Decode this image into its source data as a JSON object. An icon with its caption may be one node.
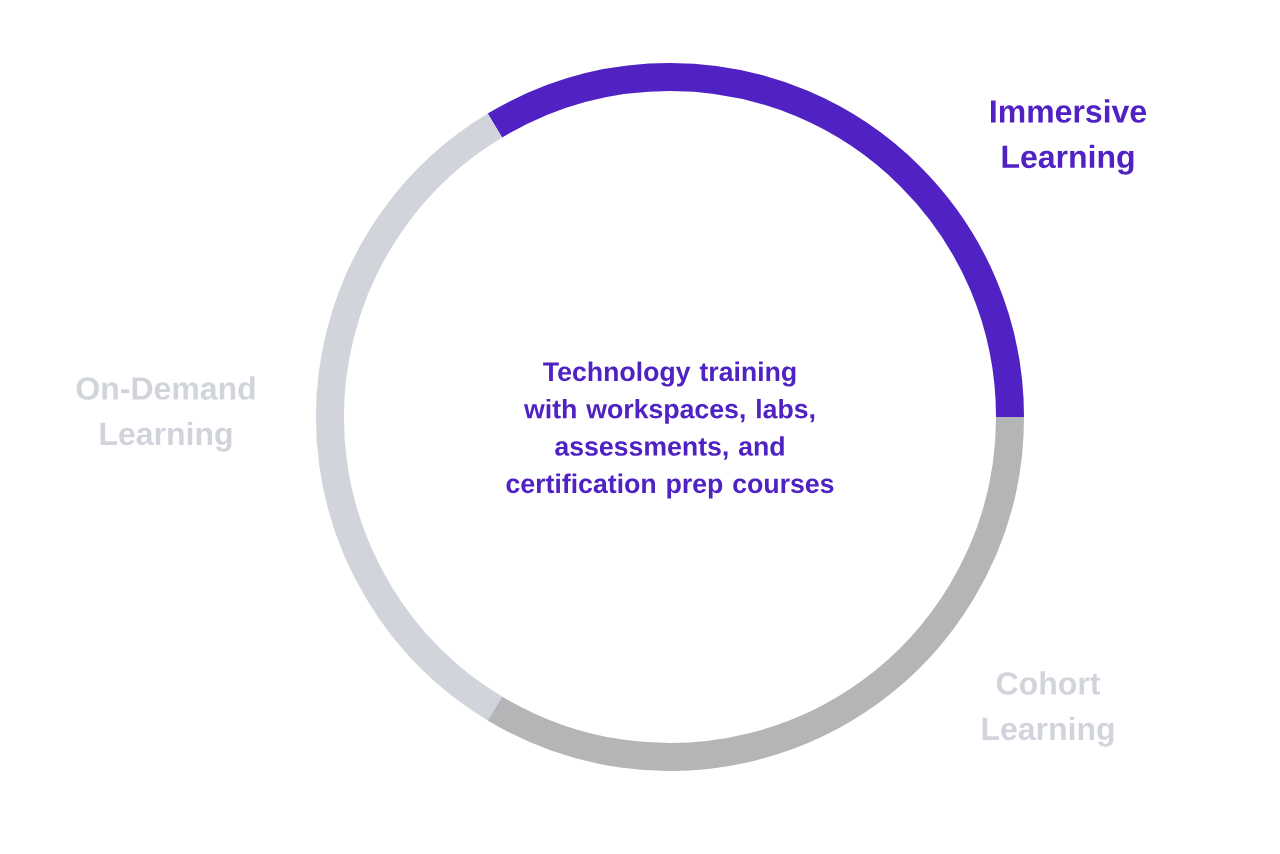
{
  "diagram": {
    "nodes": [
      {
        "text": [
          "Technology training with workspaces, labs, assessments, and certification prep courses"
        ]
      }
    ],
    "labels": [
      "Immersive Learning",
      "On-Demand Learning",
      "Cohort Learning"
    ]
  }
}
